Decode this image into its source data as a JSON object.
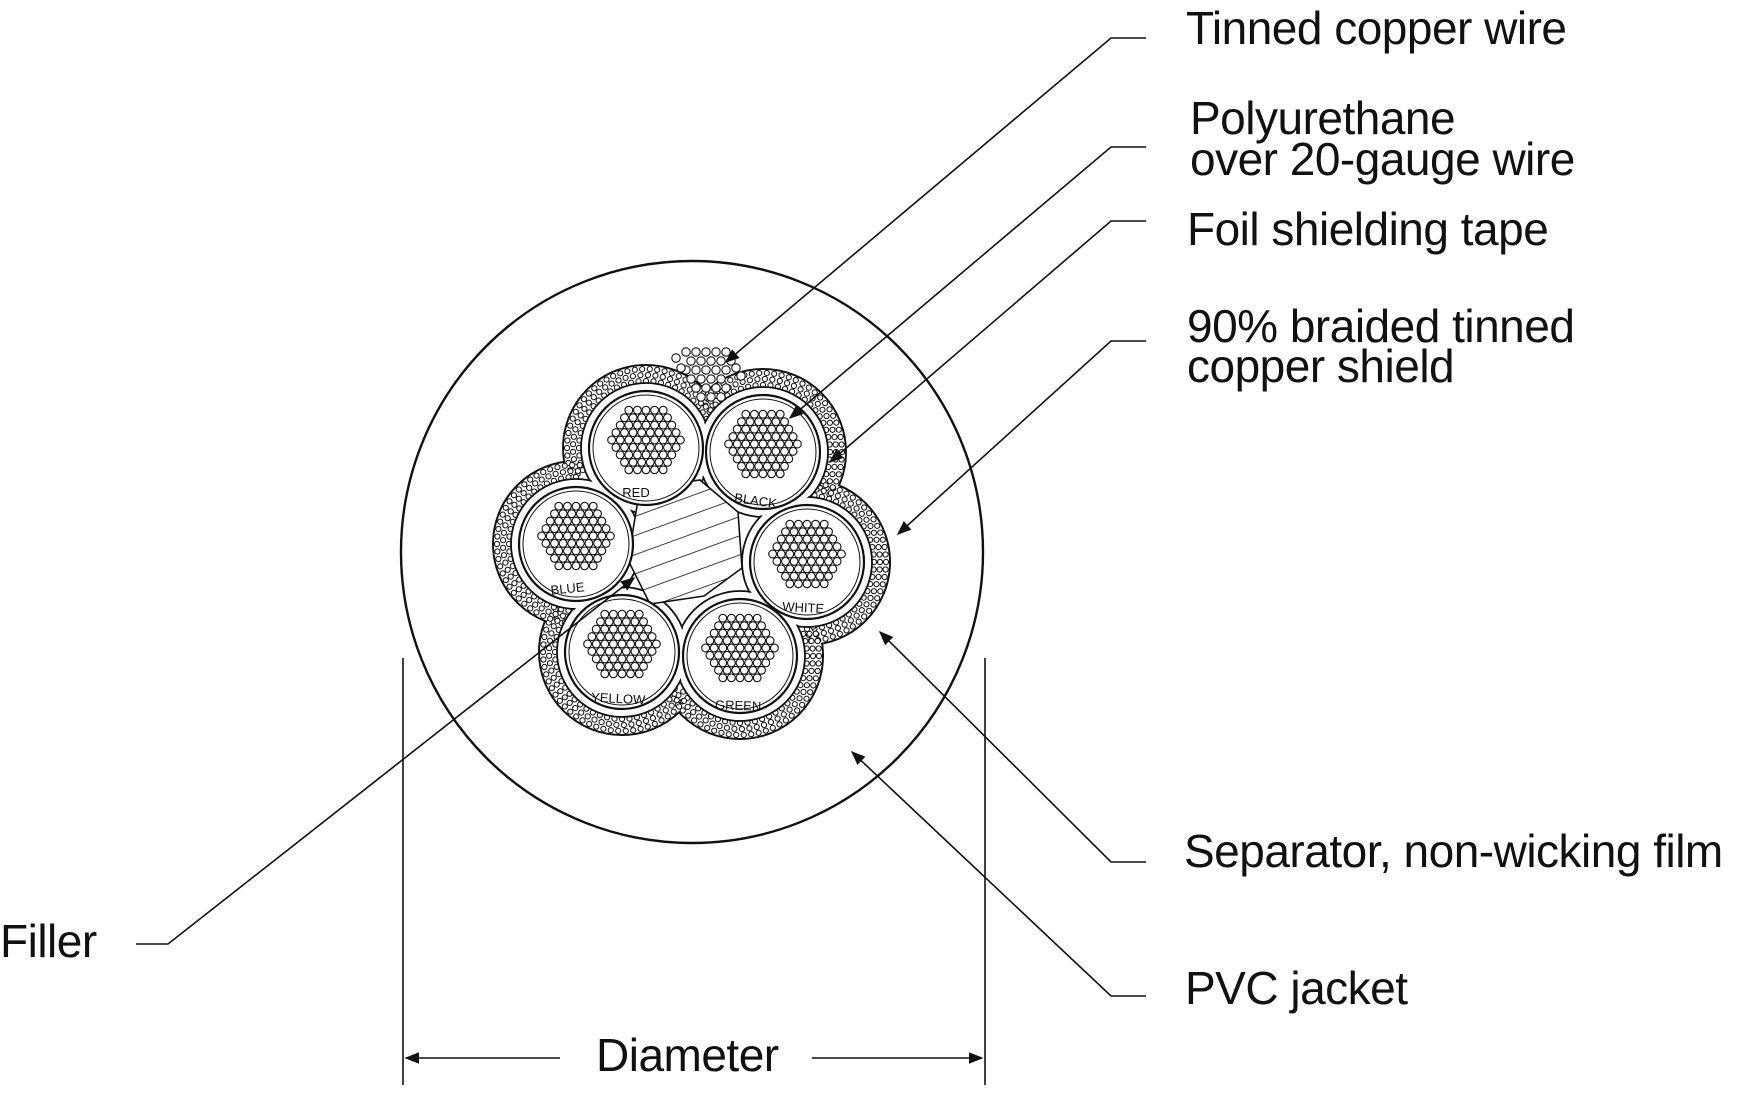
{
  "diagram": {
    "labels": {
      "tinned_copper_wire": "Tinned copper wire",
      "polyurethane_line1": "Polyurethane",
      "polyurethane_line2": "over 20-gauge wire",
      "foil_shielding_tape": "Foil shielding tape",
      "braided_shield_line1": "90% braided tinned",
      "braided_shield_line2": "copper shield",
      "separator": "Separator, non-wicking film",
      "pvc_jacket": "PVC jacket",
      "filler": "Filler",
      "diameter": "Diameter"
    },
    "conductors": [
      {
        "color_name": "RED"
      },
      {
        "color_name": "BLACK"
      },
      {
        "color_name": "WHITE"
      },
      {
        "color_name": "GREEN"
      },
      {
        "color_name": "YELLOW"
      },
      {
        "color_name": "BLUE"
      }
    ],
    "colors": {
      "ink": "#111111",
      "paper": "#ffffff"
    }
  }
}
